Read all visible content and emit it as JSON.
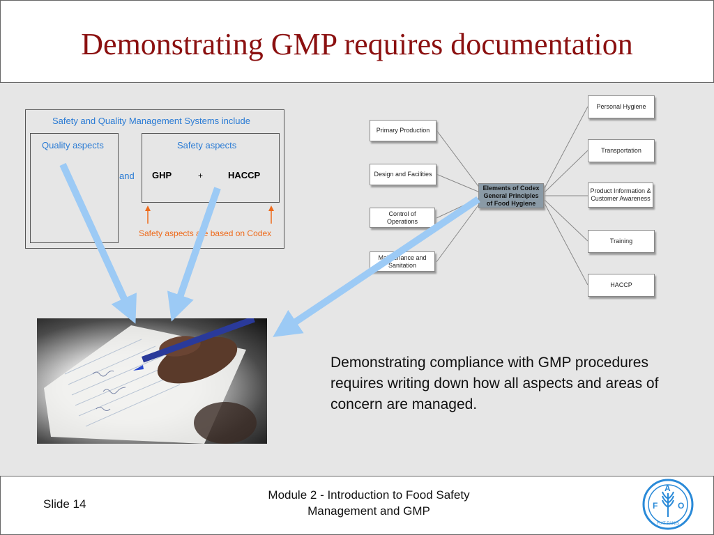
{
  "slide": {
    "title": "Demonstrating GMP requires documentation",
    "body_text": "Demonstrating compliance with GMP procedures requires writing down how all aspects and areas of concern are managed."
  },
  "left_diagram": {
    "outer_label": "Safety and Quality Management Systems include",
    "quality_label": "Quality aspects",
    "safety_label": "Safety aspects",
    "and_label": "and",
    "ghp_label": "GHP",
    "plus_label": "+",
    "haccp_label": "HACCP",
    "codex_note": "Safety aspects are based on Codex"
  },
  "mind_map": {
    "center": "Elements of Codex General Principles of Food Hygiene",
    "left_nodes": [
      "Primary Production",
      "Design and Facilities",
      "Control of Operations",
      "Maintenance and Sanitation"
    ],
    "right_nodes": [
      "Personal Hygiene",
      "Transportation",
      "Product Information & Customer Awareness",
      "Training",
      "HACCP"
    ]
  },
  "footer": {
    "slide_number": "Slide 14",
    "module_title": "Module 2 - Introduction to Food Safety Management and GMP",
    "logo_letters": [
      "F",
      "A",
      "O"
    ],
    "logo_motto": "FIAT PANIS"
  },
  "colors": {
    "title": "#8b1010",
    "blue_text": "#2a7bd4",
    "orange_text": "#ee6a1a",
    "arrow_blue": "#9ccaf5"
  }
}
